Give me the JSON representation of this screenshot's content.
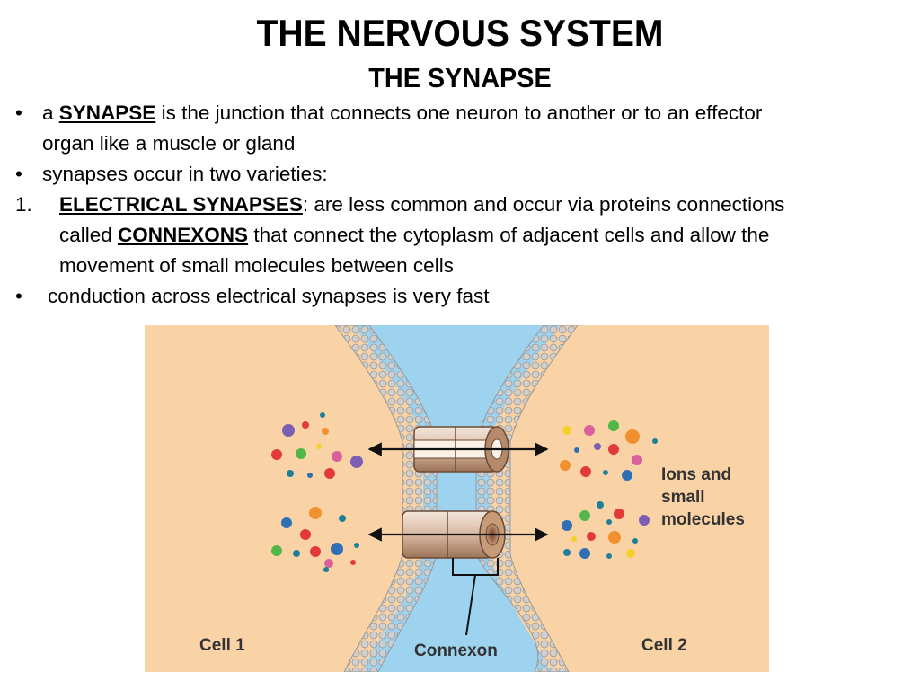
{
  "slide": {
    "title": "THE NERVOUS SYSTEM",
    "subtitle": "THE SYNAPSE"
  },
  "bullets": {
    "b1": {
      "marker": "•",
      "pre": "a ",
      "term": "SYNAPSE",
      "post": " is the junction that connects one neuron to another or to an effector",
      "line2": "organ like a muscle or gland"
    },
    "b2": {
      "marker": "•",
      "text": "synapses occur in two varieties:"
    },
    "n1": {
      "marker": "1.",
      "term": "ELECTRICAL SYNAPSES",
      "post": ": are less common and occur via proteins connections",
      "line2_pre": "called ",
      "line2_term": "CONNEXONS",
      "line2_post": " that connect the cytoplasm of adjacent cells and allow the",
      "line3": "movement of small molecules between cells"
    },
    "b3": {
      "marker": "•",
      "text": "conduction across electrical synapses is very fast"
    }
  },
  "figure": {
    "label_cell1": "Cell 1",
    "label_cell2": "Cell 2",
    "label_connexon": "Connexon",
    "label_ions_l1": "Ions and",
    "label_ions_l2": "small",
    "label_ions_l3": "molecules",
    "colors": {
      "cytoplasm": "#f9d3a5",
      "cleft": "#9ed3ef",
      "membrane_head": "#c8c8c8",
      "connexon": "#d2b39c",
      "arrow": "#111111",
      "ion_purple": "#7b5fb3",
      "ion_red": "#e23a3a",
      "ion_green": "#52b748",
      "ion_blue": "#2f6fb4",
      "ion_orange": "#f0902e",
      "ion_yellow": "#f4d02a",
      "ion_teal": "#1f7f9a",
      "ion_pink": "#d9609b"
    }
  }
}
